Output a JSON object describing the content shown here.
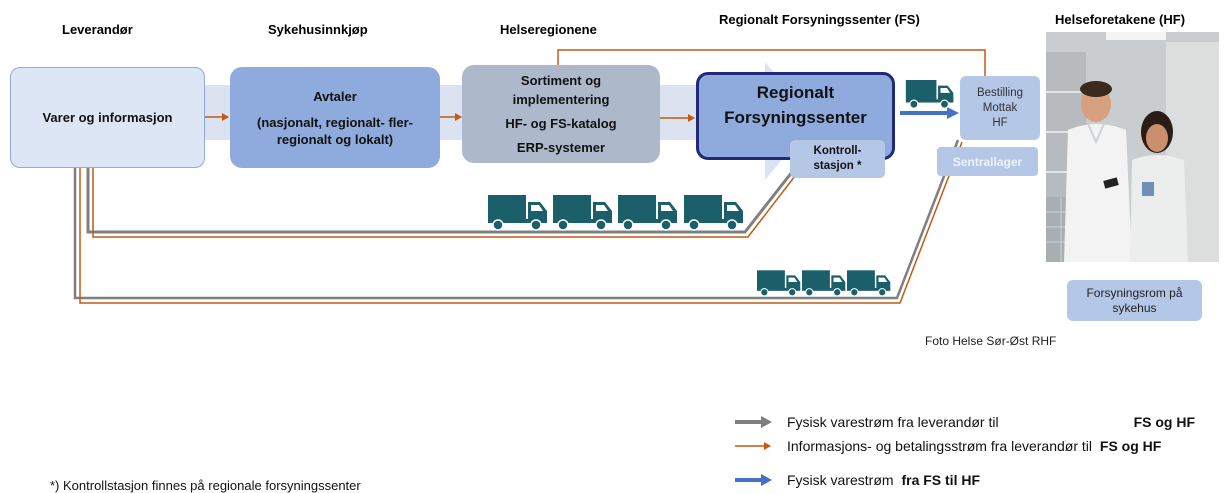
{
  "headers": {
    "supplier": "Leverandør",
    "procurement": "Sykehusinnkjøp",
    "regions": "Helseregionene",
    "fs": "Regionalt Forsyningssenter (FS)",
    "hf": "Helseforetakene (HF)"
  },
  "boxes": {
    "supplier": {
      "label": "Varer og informasjon"
    },
    "agreements": {
      "title": "Avtaler",
      "line1": "(nasjonalt, regionalt- fler-",
      "line2": "regionalt og lokalt)"
    },
    "assortment": {
      "line1": "Sortiment og",
      "line2": "implementering",
      "line3": "HF- og FS-katalog",
      "line4": "ERP-systemer"
    },
    "fs": {
      "line1": "Regionalt",
      "line2": "Forsyningssenter"
    },
    "control": {
      "line1": "Kontroll-",
      "line2": "stasjon *"
    },
    "ordering": {
      "line1": "Bestilling",
      "line2": "Mottak",
      "line3": "HF"
    },
    "central": {
      "label": "Sentrallager"
    },
    "supply_room": {
      "line1": "Forsyningsrom på",
      "line2": "sykehus"
    }
  },
  "photo_credit": "Foto Helse Sør-Øst RHF",
  "legend": [
    {
      "text": "Fysisk varestrøm fra leverandør til",
      "bold": "FS og HF",
      "color": "#7f7f7f"
    },
    {
      "text": "Informasjons- og betalingsstrøm fra leverandør til",
      "bold": "FS og HF",
      "color": "#c55a11"
    },
    {
      "text": "Fysisk varestrøm",
      "bold": "fra FS til HF",
      "color": "#4472c4"
    }
  ],
  "footnote": "*) Kontrollstasjon finnes på regionale forsyningssenter",
  "colors": {
    "gray_flow": "#7f7f7f",
    "orange_flow": "#c55a11",
    "blue_flow": "#4472c4",
    "truck": "#1b5f6b",
    "box_medium": "#8faadc",
    "box_light": "#b4c7e7",
    "box_gray": "#adb9ca",
    "fs_border": "#1f2a7a"
  },
  "icons": {
    "truck": "truck-icon",
    "photo": "staff-photo"
  }
}
